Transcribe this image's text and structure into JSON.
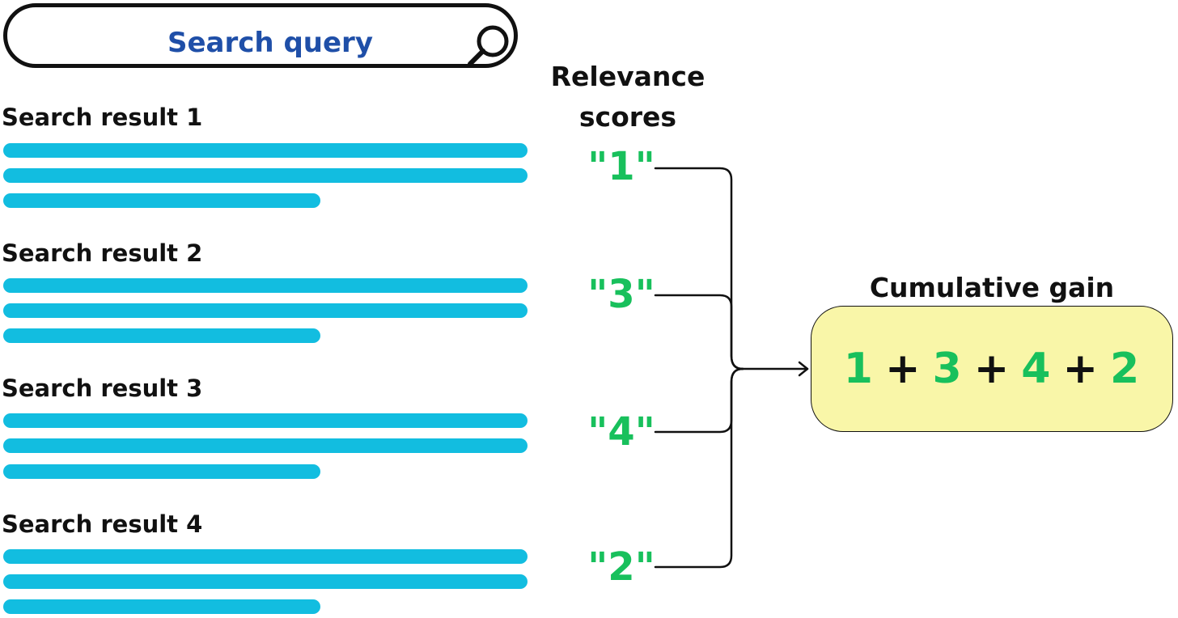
{
  "search": {
    "query": "Search query",
    "icon": "search-icon"
  },
  "results": [
    {
      "title": "Search result 1"
    },
    {
      "title": "Search result 2"
    },
    {
      "title": "Search result 3"
    },
    {
      "title": "Search result 4"
    }
  ],
  "relevance": {
    "heading_line1": "Relevance",
    "heading_line2": "scores",
    "scores": [
      "\"1\"",
      "\"3\"",
      "\"4\"",
      "\"2\""
    ]
  },
  "gain": {
    "title": "Cumulative gain",
    "terms": [
      "1",
      "3",
      "4",
      "2"
    ],
    "operator": "+"
  },
  "colors": {
    "query_text": "#1f4fa8",
    "result_bar": "#12bde0",
    "score": "#18c05c",
    "gain_box": "#f9f6a8"
  }
}
